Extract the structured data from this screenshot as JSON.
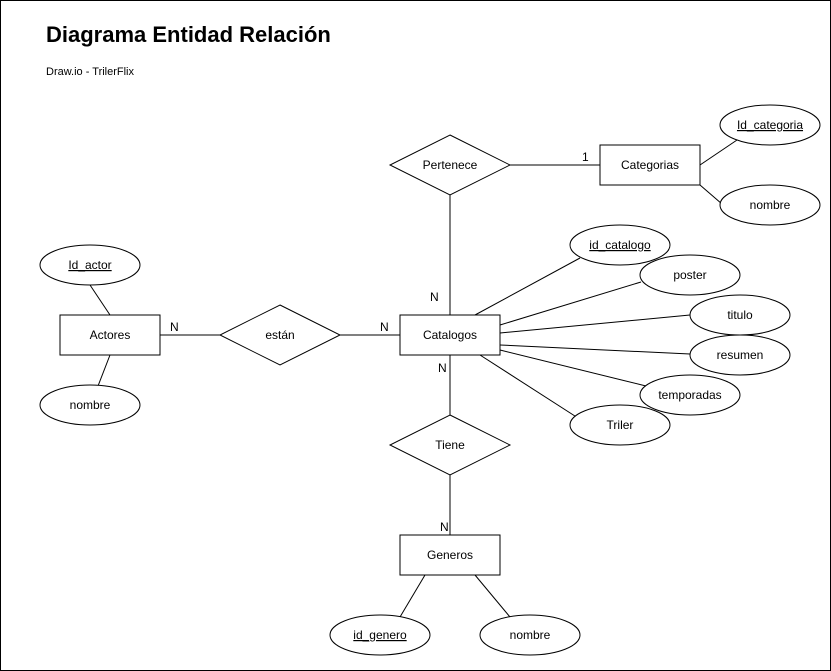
{
  "header": {
    "title": "Diagrama Entidad Relación",
    "subtitle": "Draw.io - TrilerFlix"
  },
  "entities": {
    "catalogos": "Catalogos",
    "categorias": "Categorias",
    "actores": "Actores",
    "generos": "Generos"
  },
  "relationships": {
    "pertenece": "Pertenece",
    "estan": "están",
    "tiene": "Tiene"
  },
  "attributes": {
    "id_categoria": "Id_categoria",
    "categoria_nombre": "nombre",
    "id_catalogo": "id_catalogo",
    "poster": "poster",
    "titulo": "titulo",
    "resumen": "resumen",
    "temporadas": "temporadas",
    "triler": "Triler",
    "id_actor": "Id_actor",
    "actor_nombre": "nombre",
    "id_genero": "id_genero",
    "genero_nombre": "nombre"
  },
  "cardinalities": {
    "pertenece_categorias": "1",
    "pertenece_catalogos": "N",
    "estan_actores": "N",
    "estan_catalogos": "N",
    "tiene_catalogos": "N",
    "tiene_generos": "N"
  }
}
